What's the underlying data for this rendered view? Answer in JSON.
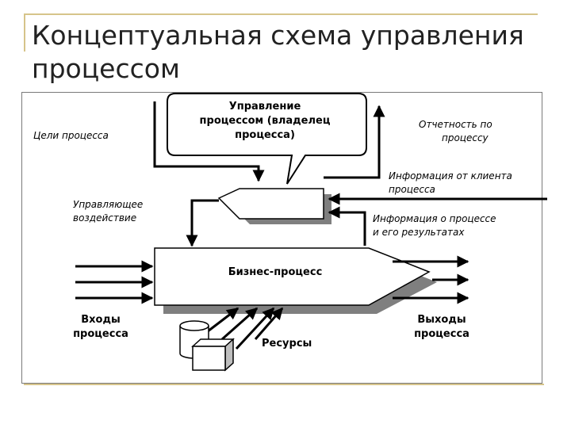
{
  "slide": {
    "title": "Концептуальная схема управления процессом"
  },
  "diagram": {
    "manager_callout": [
      "Управление",
      "процессом (владелец",
      "процесса)"
    ],
    "goals": "Цели процесса",
    "reporting": [
      "Отчетность по",
      "процессу"
    ],
    "client_info": [
      "Информация от клиента",
      "процесса"
    ],
    "control_action": [
      "Управляющее",
      "воздействие"
    ],
    "process_info": [
      "Информация о процессе",
      "и его результатах"
    ],
    "business_process": "Бизнес-процесс",
    "inputs": [
      "Входы",
      "процесса"
    ],
    "resources": "Ресурсы",
    "outputs": [
      "Выходы",
      "процесса"
    ]
  },
  "colors": {
    "stroke": "#000000",
    "shadow": "#7f7f7f",
    "frame": "#d6c48a"
  }
}
